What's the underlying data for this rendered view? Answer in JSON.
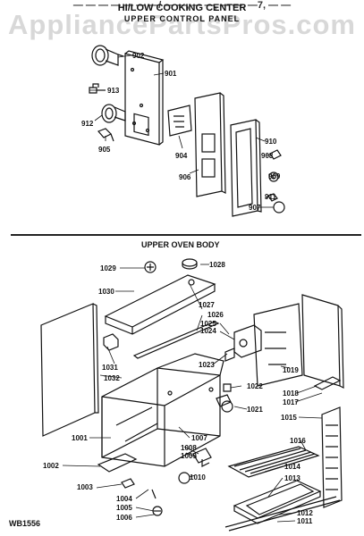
{
  "watermark": "AppliancePartsPros.com",
  "header": {
    "line1": "— — — — — — —/ — —, — —, — —, —7, — —",
    "line2": "HI/LOW COOKING CENTER",
    "line3": "UPPER CONTROL PANEL"
  },
  "section2_title": "UPPER OVEN BODY",
  "drawing_code": "WB1556",
  "parts_upper": [
    "902",
    "901",
    "913",
    "912",
    "905",
    "904",
    "906",
    "910",
    "908",
    "909",
    "911",
    "907"
  ],
  "parts_oven": [
    "1029",
    "1028",
    "1030",
    "1027",
    "1026",
    "1025",
    "1024",
    "1023",
    "1031",
    "1032",
    "1019",
    "1022",
    "1018",
    "1017",
    "1021",
    "1015",
    "1001",
    "1007",
    "1008",
    "1009",
    "1016",
    "1002",
    "1010",
    "1014",
    "1013",
    "1003",
    "1004",
    "1005",
    "1006",
    "1012",
    "1011"
  ]
}
